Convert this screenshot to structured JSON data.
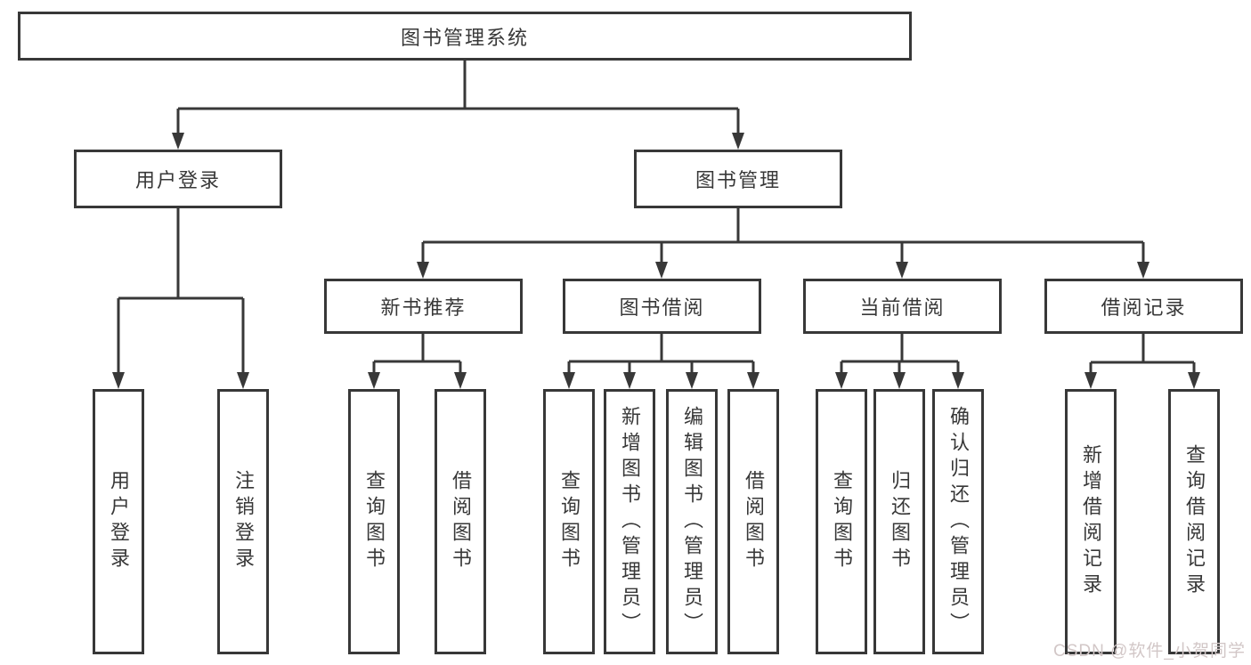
{
  "title": "图书管理系统",
  "nodes": {
    "root": "图书管理系统",
    "level2": {
      "user_login": "用户登录",
      "book_mgmt": "图书管理"
    },
    "level3": {
      "new_books": "新书推荐",
      "book_borrow": "图书借阅",
      "current_borrow": "当前借阅",
      "borrow_records": "借阅记录"
    },
    "leaves": {
      "user_login": [
        "用户登录",
        "注销登录"
      ],
      "new_books": [
        "查询图书",
        "借阅图书"
      ],
      "book_borrow": [
        "查询图书",
        "新增图书（管理员）",
        "编辑图书（管理员）",
        "借阅图书"
      ],
      "current_borrow": [
        "查询图书",
        "归还图书",
        "确认归还（管理员）"
      ],
      "borrow_records": [
        "新增借阅记录",
        "查询借阅记录"
      ]
    }
  },
  "watermark": "CSDN @软件_小贺同学",
  "colors": {
    "line": "#383838",
    "text": "#383838",
    "watermark": "#d2c7c7",
    "background": "#ffffff"
  }
}
